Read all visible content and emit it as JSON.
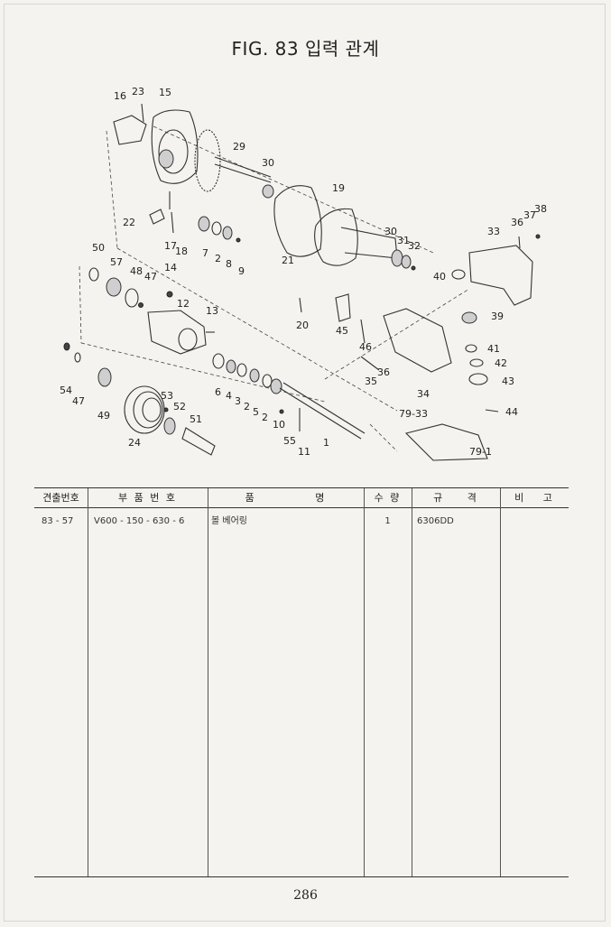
{
  "figure": {
    "title": "FIG. 83 입력 관계"
  },
  "diagram": {
    "callouts": [
      "16",
      "23",
      "15",
      "29",
      "30",
      "19",
      "22",
      "17",
      "18",
      "7",
      "2",
      "8",
      "9",
      "21",
      "30",
      "31",
      "32",
      "33",
      "36",
      "37",
      "38",
      "50",
      "57",
      "48",
      "47",
      "14",
      "12",
      "13",
      "20",
      "45",
      "40",
      "39",
      "41",
      "42",
      "43",
      "44",
      "46",
      "36",
      "35",
      "34",
      "79-33",
      "79-1",
      "6",
      "4",
      "3",
      "2",
      "5",
      "2",
      "10",
      "55",
      "11",
      "1",
      "54",
      "47",
      "49",
      "53",
      "52",
      "24",
      "51"
    ]
  },
  "table": {
    "headers": {
      "col1": "견출번호",
      "col2": "부 품 번 호",
      "col3": "품 명",
      "col4": "수 량",
      "col5": "규 격",
      "col6": "비 고"
    },
    "rows": [
      {
        "ref": "83 - 57",
        "part_no": "V600 - 150 - 630 - 6",
        "name": "볼 베어링",
        "qty": "1",
        "spec": "6306DD",
        "note": ""
      }
    ]
  },
  "page_number": "286"
}
